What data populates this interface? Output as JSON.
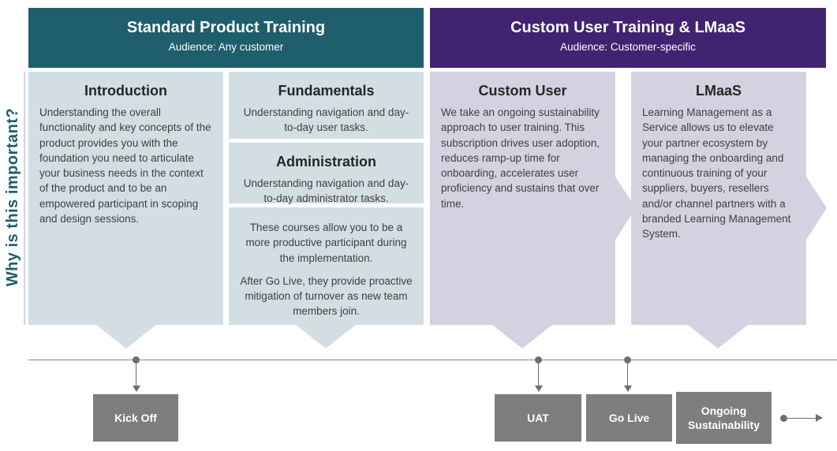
{
  "sidebar_label": "Why is this important?",
  "headers": [
    {
      "title": "Standard Product Training",
      "subtitle": "Audience: Any customer",
      "color": "#1F5E6C"
    },
    {
      "title": "Custom User Training & LMaaS",
      "subtitle": "Audience: Customer-specific",
      "color": "#412371"
    }
  ],
  "columns": [
    {
      "cards": [
        {
          "title": "Introduction",
          "body": "Understanding the overall functionality and key concepts of the product provides you with the foundation you need to articulate your business needs in the context of the product and to be an empowered participant in scoping and design sessions."
        }
      ]
    },
    {
      "cards": [
        {
          "title": "Fundamentals",
          "body": "Understanding navigation and day-to-day user tasks."
        },
        {
          "title": "Administration",
          "body": "Understanding navigation and day-to-day administrator tasks."
        },
        {
          "paragraphs": [
            "These courses allow you to be a more productive participant during the implementation.",
            "After Go Live, they provide proactive mitigation of turnover as new team members join."
          ]
        }
      ]
    },
    {
      "cards": [
        {
          "title": "Custom User",
          "body": "We take an ongoing sustainability approach to user training. This subscription drives user adoption, reduces ramp-up time for onboarding, accelerates user proficiency and sustains that over time."
        }
      ]
    },
    {
      "cards": [
        {
          "title": "LMaaS",
          "body": "Learning Management as a Service allows us to elevate your partner ecosystem by managing the onboarding and continuous training of your suppliers, buyers, resellers and/or channel partners with a branded Learning Management System."
        }
      ]
    }
  ],
  "timeline": {
    "milestones": [
      {
        "label": "Kick Off"
      },
      {
        "label": "UAT"
      },
      {
        "label": "Go Live"
      },
      {
        "label": "Ongoing Sustainability"
      }
    ]
  },
  "colors": {
    "teal": "#1F5E6C",
    "purple": "#412371",
    "light_blue": "#D3DEE3",
    "light_purple": "#D6D1E0",
    "milestone_gray": "#7E7E7E",
    "timeline_gray": "#6e6e6e"
  }
}
